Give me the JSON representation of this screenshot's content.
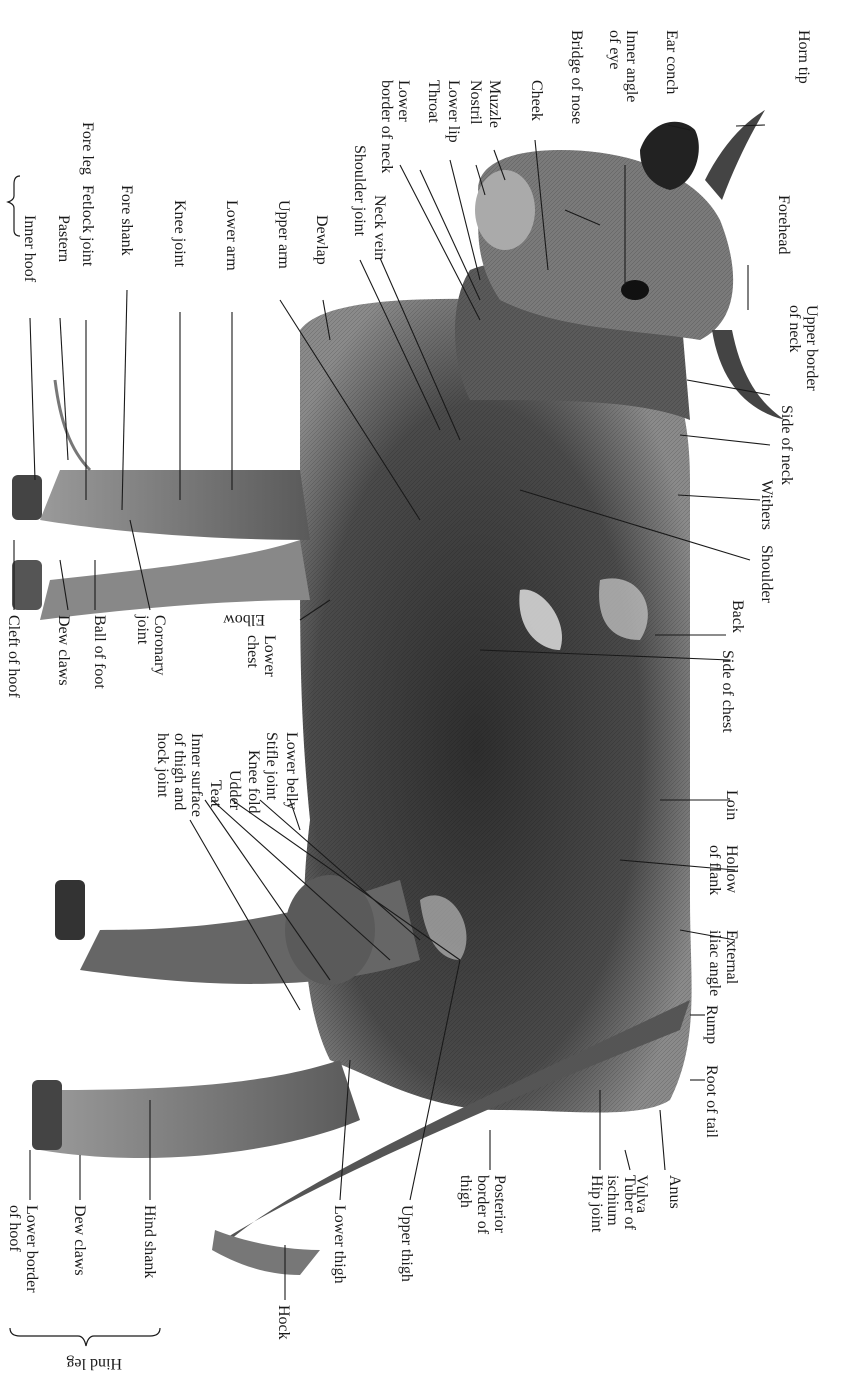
{
  "labels": {
    "horn_tip": "Horn tip",
    "ear_conch": "Ear conch",
    "inner_angle_of_eye": "Inner angle\nof eye",
    "bridge_of_nose": "Bridge of nose",
    "cheek": "Cheek",
    "muzzle": "Muzzle",
    "nostril": "Nostril",
    "lower_lip": "Lower lip",
    "throat": "Throat",
    "lower_border_of_neck": "Lower\nborder of neck",
    "neck_vein": "Neck vein",
    "shoulder_joint": "Shoulder joint",
    "dewlap": "Dewlap",
    "upper_arm": "Upper arm",
    "lower_arm": "Lower arm",
    "knee_joint": "Knee joint",
    "fore_shank": "Fore shank",
    "fetlock_joint": "Fetlock joint",
    "pastern": "Pastern",
    "inner_hoof": "Inner hoof",
    "fore_leg": "Fore leg",
    "forehead": "Forehead",
    "upper_border_of_neck": "Upper border\nof neck",
    "side_of_neck": "Side of neck",
    "withers": "Withers",
    "shoulder": "Shoulder",
    "back": "Back",
    "side_of_chest": "Side of chest",
    "loin": "Loin",
    "hollow_of_flank": "Hollow\nof flank",
    "external_iliac_angle": "External\niliac angle",
    "rump": "Rump",
    "root_of_tail": "Root of tail",
    "anus": "Anus",
    "vulva": "Vulva",
    "tuber_of_ischium": "Tuber of\nischium",
    "hip_joint": "Hip joint",
    "posterior_border_of_thigh": "Posterior\nborder of\nthigh",
    "upper_thigh": "Upper thigh",
    "lower_thigh": "Lower thigh",
    "hock": "Hock",
    "hind_shank": "Hind shank",
    "dew_claws_hind": "Dew claws",
    "lower_border_of_hoof": "Lower border\nof hoof",
    "hind_leg": "Hind leg",
    "elbow": "Elbow",
    "lower_chest": "Lower\nchest",
    "lower_belly": "Lower belly",
    "stifle_joint": "Stifle joint",
    "knee_fold": "Knee fold",
    "udder": "Udder",
    "teat": "Teat",
    "inner_surface": "Inner surface\nof thigh and\nhock joint",
    "coronary_joint": "Coronary\njoint",
    "ball_of_foot": "Ball of foot",
    "dew_claws_fore": "Dew claws",
    "cleft_of_hoof": "Cleft of hoof"
  },
  "colors": {
    "ink": "#1a1a1a",
    "body_dark": "#3a3a3a",
    "body_mid": "#6e6e6e",
    "body_light": "#cfcfcf"
  }
}
